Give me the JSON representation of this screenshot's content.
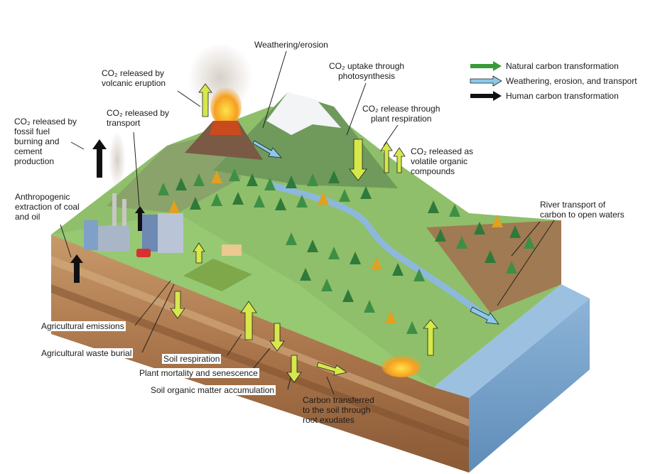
{
  "labels": {
    "weathering_top": "Weathering/erosion",
    "co2_volcanic": "CO₂ released by\nvolcanic eruption",
    "co2_uptake": "CO₂ uptake through\nphotosynthesis",
    "co2_fossil": "CO₂ released by\nfossil fuel\nburning and\ncement\nproduction",
    "co2_transport": "CO₂ released by\ntransport",
    "co2_plant_resp": "CO₂ release through\nplant respiration",
    "co2_voc": "CO₂ released as\nvolatile organic\ncompounds",
    "anthropogenic": "Anthropogenic\nextraction of coal\nand oil",
    "river_transport": "River transport of\ncarbon to open waters",
    "ag_emissions": "Agricultural emissions",
    "ag_waste": "Agricultural waste burial",
    "soil_resp": "Soil respiration",
    "plant_mortality": "Plant mortality and senescence",
    "soil_om": "Soil organic matter accumulation",
    "root_exudates": "Carbon transferred\nto the soil through\nroot exudates"
  },
  "legend": [
    {
      "label": "Natural carbon transformation",
      "color": "#3a9a3a"
    },
    {
      "label": "Weathering, erosion, and transport",
      "color": "#8cc8e8"
    },
    {
      "label": "Human carbon transformation",
      "color": "#111111"
    }
  ],
  "colors": {
    "natural_arrow": "#d6e84a",
    "weathering_arrow": "#8cc8e8",
    "human_arrow": "#111111",
    "water": "#7aa6cf",
    "soil": "#b8865a"
  }
}
